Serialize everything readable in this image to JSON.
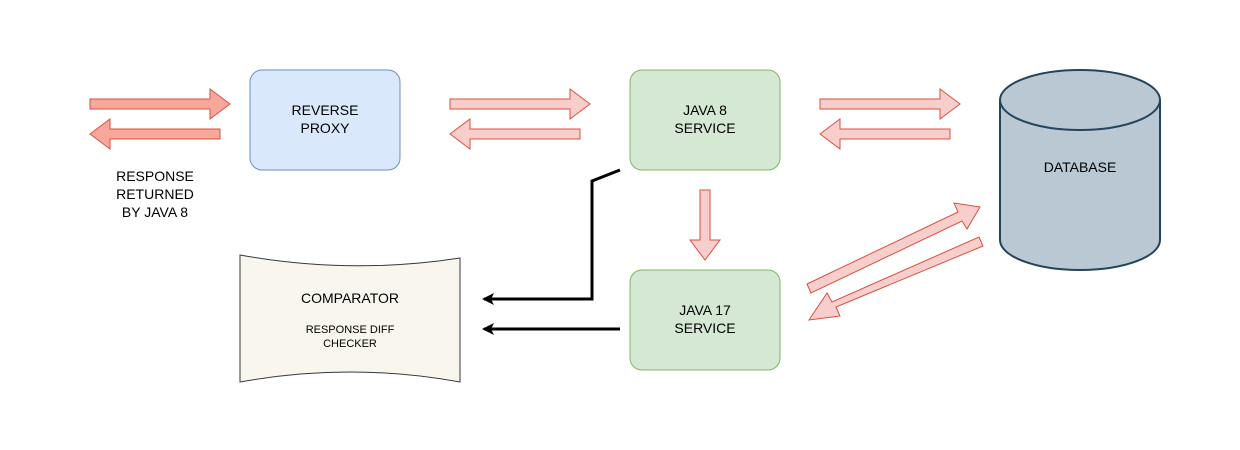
{
  "colors": {
    "proxy_fill": "#dae8fc",
    "proxy_stroke": "#6c8ebf",
    "service_fill": "#d5e8d4",
    "service_stroke": "#82b366",
    "db_fill": "#bac8d3",
    "db_stroke": "#23445d",
    "doc_fill": "#f9f7ed",
    "doc_stroke": "#36393d",
    "arrow_strong_fill": "#f8a89a",
    "arrow_strong_stroke": "#d9503f",
    "arrow_light_fill": "#f8cecc",
    "arrow_light_stroke": "#d9503f",
    "edge": "#000000"
  },
  "nodes": {
    "reverse_proxy": {
      "line1": "REVERSE",
      "line2": "PROXY"
    },
    "java8": {
      "line1": "JAVA 8",
      "line2": "SERVICE"
    },
    "java17": {
      "line1": "JAVA 17",
      "line2": "SERVICE"
    },
    "database": {
      "label": "DATABASE"
    },
    "comparator": {
      "title": "COMPARATOR",
      "subtitle_line1": "RESPONSE DIFF",
      "subtitle_line2": "CHECKER"
    }
  },
  "annotation": {
    "line1": "RESPONSE",
    "line2": "RETURNED",
    "line3": "BY JAVA 8"
  }
}
